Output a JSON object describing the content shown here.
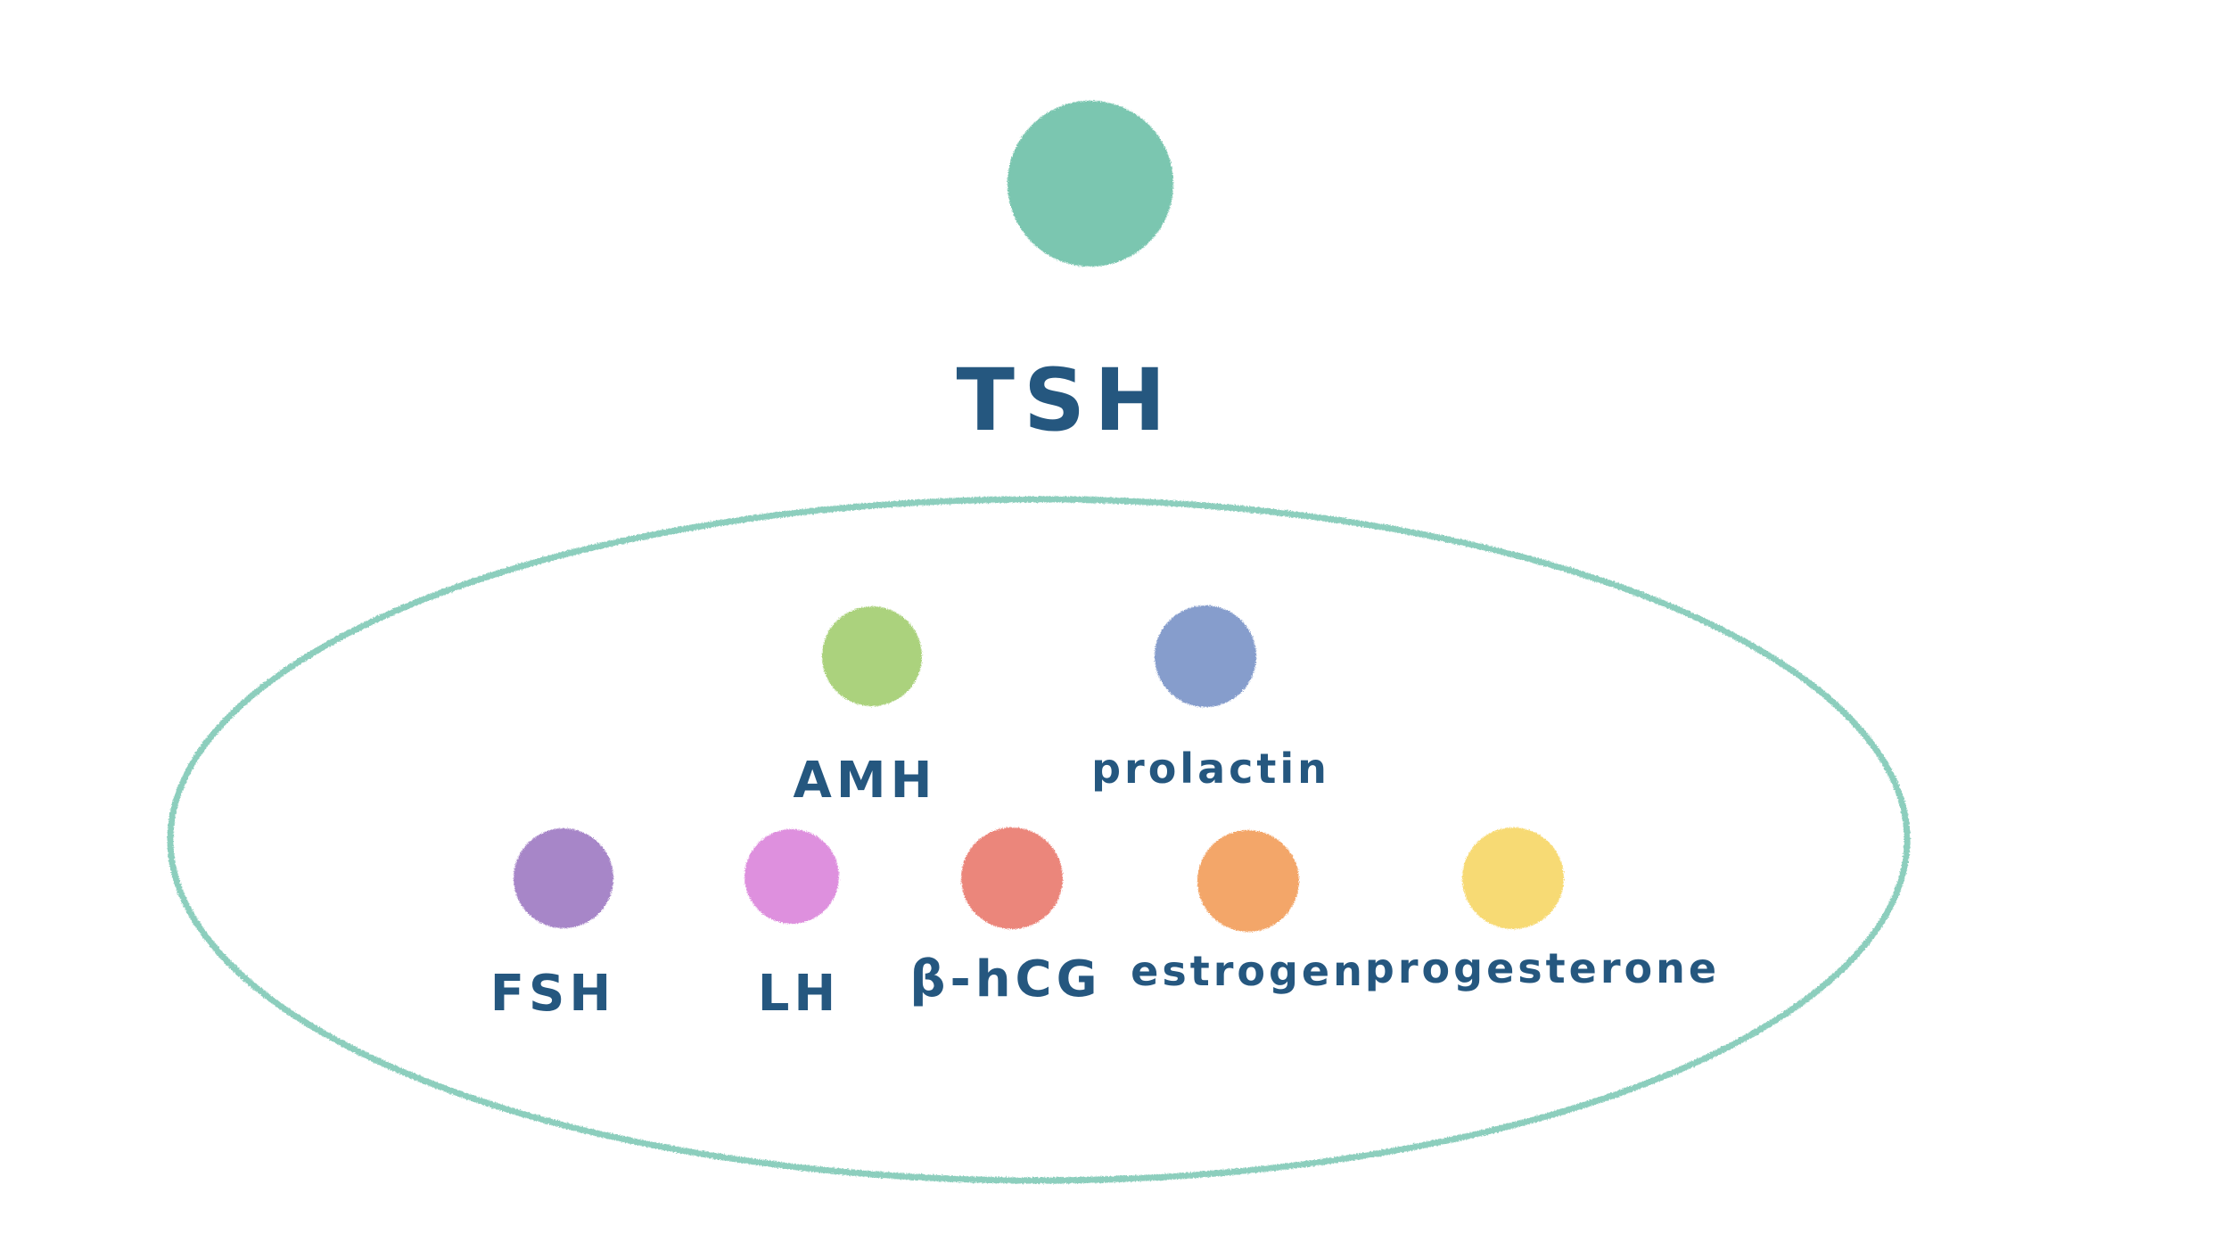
{
  "diagram": {
    "top_node": {
      "label": "TSH",
      "color": "#6fc2aa"
    },
    "group_border_color": "#79c6b2",
    "text_color": "#25577f",
    "group_nodes": [
      {
        "key": "amh",
        "label": "AMH",
        "color": "#a4cf73"
      },
      {
        "key": "prolactin",
        "label": "prolactin",
        "color": "#7b95c8"
      },
      {
        "key": "fsh",
        "label": "FSH",
        "color": "#a07cc4"
      },
      {
        "key": "lh",
        "label": "LH",
        "color": "#dc87dc"
      },
      {
        "key": "bhcg",
        "label": "β-hCG",
        "color": "#ea7b70"
      },
      {
        "key": "estrogen",
        "label": "estrogen",
        "color": "#f29f5d"
      },
      {
        "key": "progesterone",
        "label": "progesterone",
        "color": "#f7d769"
      }
    ]
  }
}
